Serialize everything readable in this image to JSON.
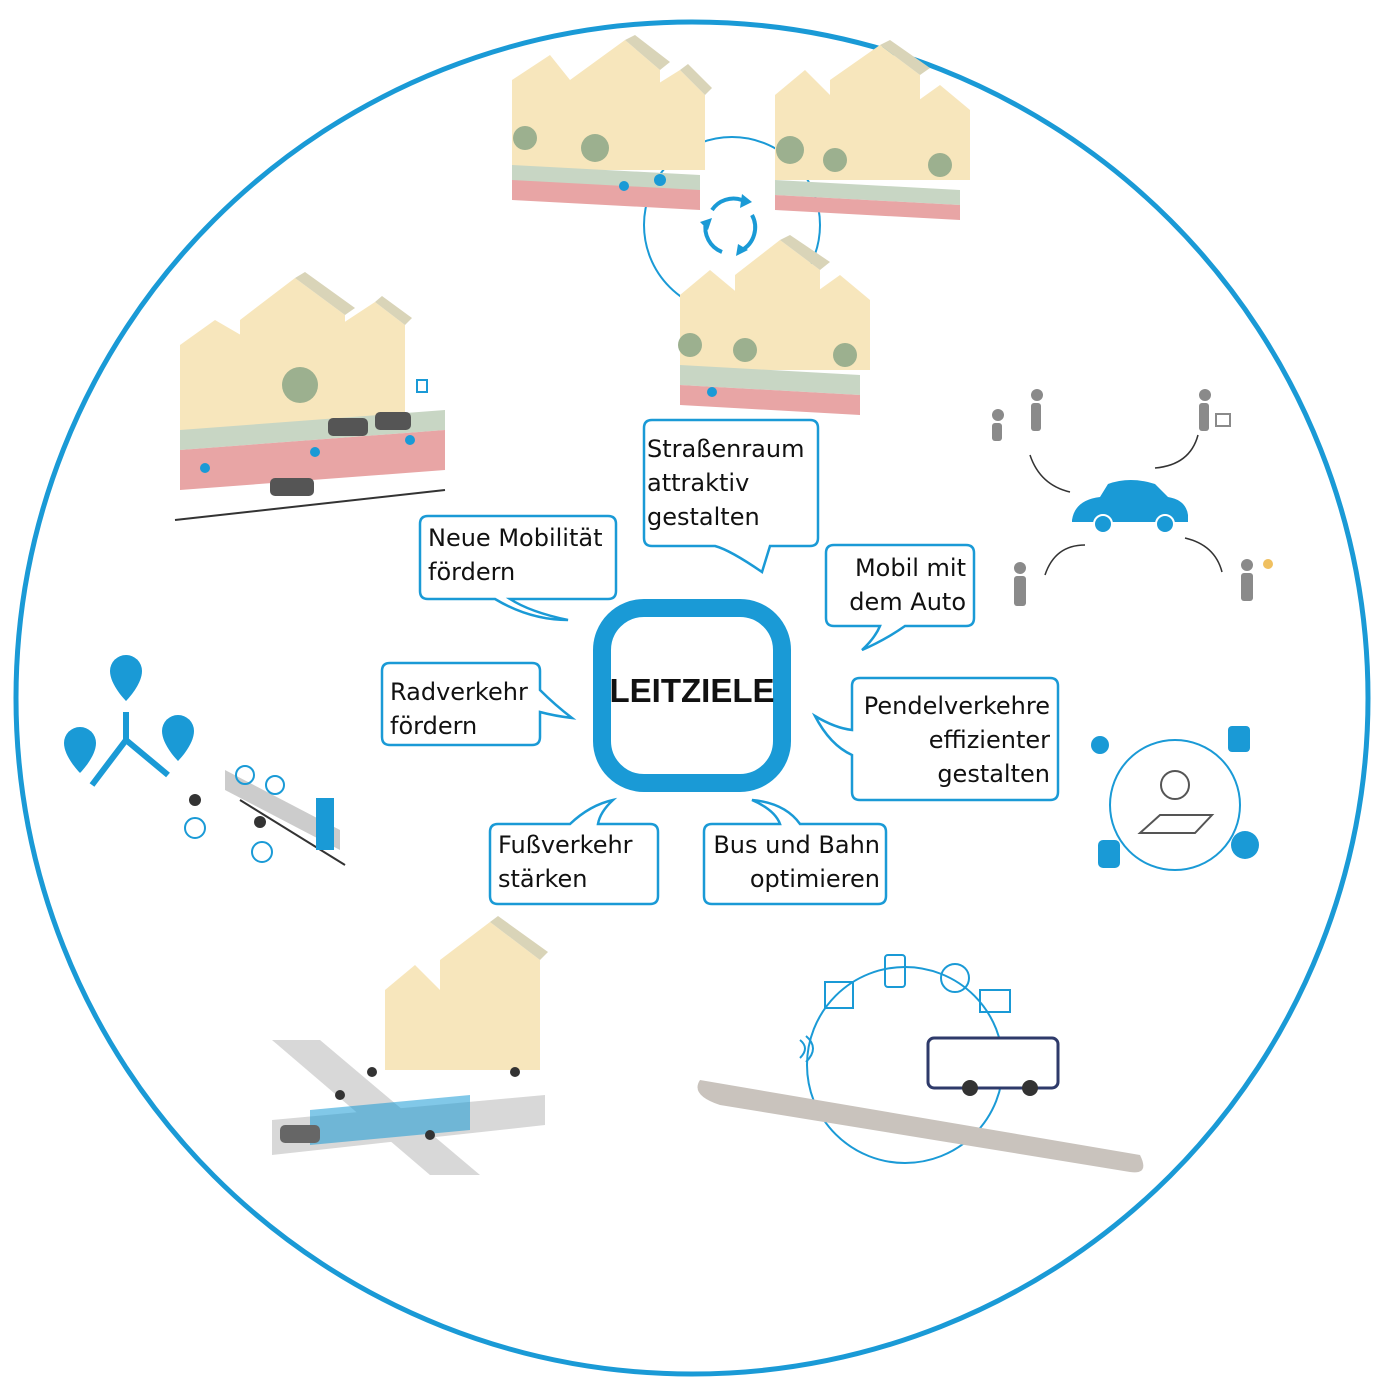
{
  "center": {
    "title": "LEITZIELE"
  },
  "goals": [
    {
      "id": "strassenraum",
      "lines": [
        "Straßenraum",
        "attraktiv",
        "gestalten"
      ]
    },
    {
      "id": "neue-mobilitaet",
      "lines": [
        "Neue Mobilität",
        "fördern"
      ]
    },
    {
      "id": "mobil-auto",
      "lines": [
        "Mobil mit",
        "dem Auto"
      ]
    },
    {
      "id": "radverkehr",
      "lines": [
        "Radverkehr",
        "fördern"
      ]
    },
    {
      "id": "pendelverkehre",
      "lines": [
        "Pendelverkehre",
        "effizienter",
        "gestalten"
      ]
    },
    {
      "id": "fussverkehr",
      "lines": [
        "Fußverkehr",
        "stärken"
      ]
    },
    {
      "id": "bus-bahn",
      "lines": [
        "Bus und Bahn",
        "optimieren"
      ]
    }
  ],
  "colors": {
    "accent_blue": "#1a9ad6",
    "bubble_border": "#1a9ad6",
    "building_light": "#f7e6bc",
    "building_roof": "#d9d4b8",
    "bike_lane": "#e8a5a5",
    "icon_grey": "#8a8a8a",
    "tree_green": "#9cb08f"
  }
}
